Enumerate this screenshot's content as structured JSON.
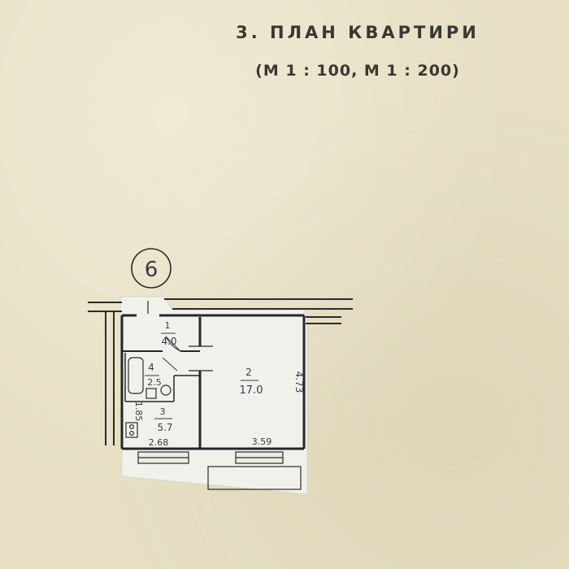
{
  "header": {
    "title": "3. ПЛАН КВАРТИРИ",
    "scale": "(М 1 : 100, М 1 : 200)"
  },
  "plan": {
    "apartment_number": "6",
    "rooms": [
      {
        "number": "1",
        "area": "4.0"
      },
      {
        "number": "2",
        "area": "17.0"
      },
      {
        "number": "3",
        "area": "5.7"
      },
      {
        "number": "4",
        "area": "2.5"
      }
    ],
    "dimensions": {
      "right_wall": "4.73",
      "bottom_main": "3.59",
      "bottom_kitchen": "2.68",
      "kitchen_side": "1.85"
    }
  },
  "colors": {
    "paper": "#e6dfc4",
    "overlay": "#f2f2ee",
    "ink": "#2f2f2f",
    "pencil": "#3b3b45"
  }
}
